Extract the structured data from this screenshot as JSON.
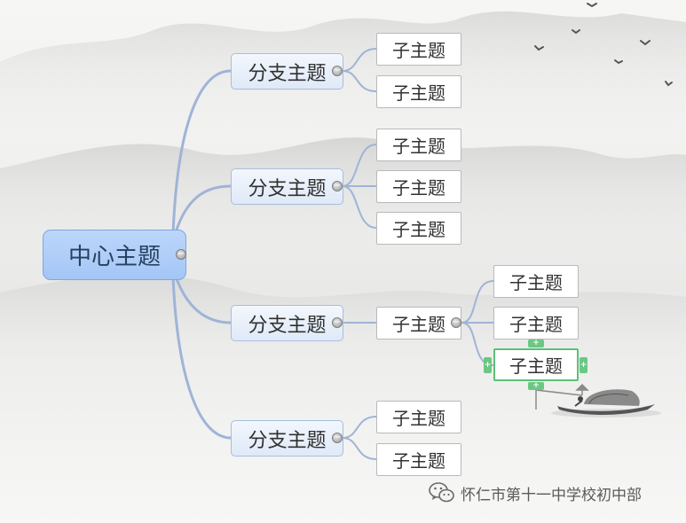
{
  "mindmap": {
    "center": {
      "label": "中心主题"
    },
    "branches": [
      {
        "label": "分支主题",
        "subtopics": [
          "子主题",
          "子主题"
        ]
      },
      {
        "label": "分支主题",
        "subtopics": [
          "子主题",
          "子主题",
          "子主题"
        ]
      },
      {
        "label": "分支主题",
        "subtopics": [
          "子主题"
        ],
        "subsubtopics": [
          "子主题",
          "子主题",
          "子主题"
        ]
      },
      {
        "label": "分支主题",
        "subtopics": [
          "子主题",
          "子主题"
        ]
      }
    ],
    "collapse_symbol": "−",
    "add_symbol": "+"
  },
  "watermark": {
    "text": "怀仁市第十一中学校初中部",
    "icon": "wechat-icon"
  },
  "colors": {
    "center_fill": "#a4c6f6",
    "branch_fill": "#e3ecf8",
    "connector": "#9fb4d6",
    "selection": "#5cc177"
  }
}
